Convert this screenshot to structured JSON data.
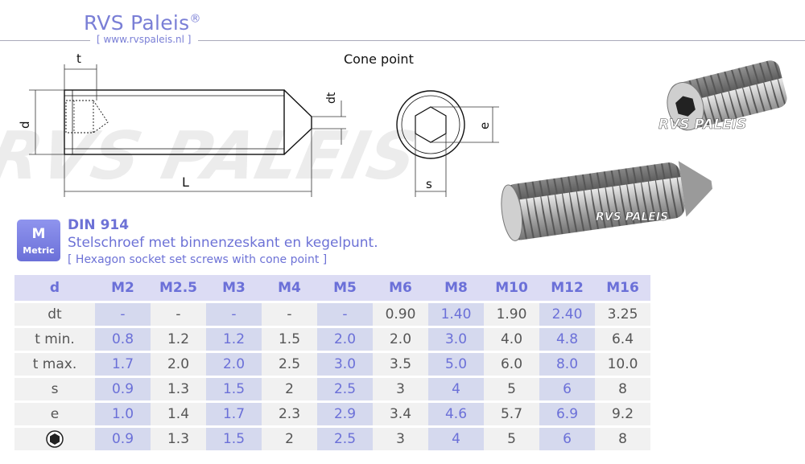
{
  "brand": {
    "name": "RVS Paleis",
    "registered": "®",
    "url": "[ www.rvspaleis.nl ]"
  },
  "drawing": {
    "cone_label": "Cone point",
    "dim_t": "t",
    "dim_d": "d",
    "dim_dt": "dt",
    "dim_L": "L",
    "dim_e": "e",
    "dim_s": "s"
  },
  "watermark": "RVS PALEIS",
  "badge": {
    "m": "M",
    "metric": "Metric"
  },
  "heading": {
    "standard": "DIN 914",
    "title_nl": "Stelschroef met binnenzeskant en kegelpunt.",
    "title_en": "[ Hexagon socket set screws with cone point ]"
  },
  "colors": {
    "accent": "#6b70d8",
    "header_bg": "#dcdcf4",
    "shaded_cell": "#d5d9ee",
    "plain_cell": "#f1f1f1"
  },
  "table": {
    "header_label": "d",
    "sizes": [
      "M2",
      "M2.5",
      "M3",
      "M4",
      "M5",
      "M6",
      "M8",
      "M10",
      "M12",
      "M16"
    ],
    "rows": [
      {
        "label": "dt",
        "values": [
          "-",
          "-",
          "-",
          "-",
          "-",
          "0.90",
          "1.40",
          "1.90",
          "2.40",
          "3.25"
        ]
      },
      {
        "label": "t min.",
        "values": [
          "0.8",
          "1.2",
          "1.2",
          "1.5",
          "2.0",
          "2.0",
          "3.0",
          "4.0",
          "4.8",
          "6.4"
        ]
      },
      {
        "label": "t max.",
        "values": [
          "1.7",
          "2.0",
          "2.0",
          "2.5",
          "3.0",
          "3.5",
          "5.0",
          "6.0",
          "8.0",
          "10.0"
        ]
      },
      {
        "label": "s",
        "values": [
          "0.9",
          "1.3",
          "1.5",
          "2",
          "2.5",
          "3",
          "4",
          "5",
          "6",
          "8"
        ]
      },
      {
        "label": "e",
        "values": [
          "1.0",
          "1.4",
          "1.7",
          "2.3",
          "2.9",
          "3.4",
          "4.6",
          "5.7",
          "6.9",
          "9.2"
        ]
      },
      {
        "label": "",
        "icon": "hexagon-socket-icon",
        "values": [
          "0.9",
          "1.3",
          "1.5",
          "2",
          "2.5",
          "3",
          "4",
          "5",
          "6",
          "8"
        ]
      }
    ]
  }
}
